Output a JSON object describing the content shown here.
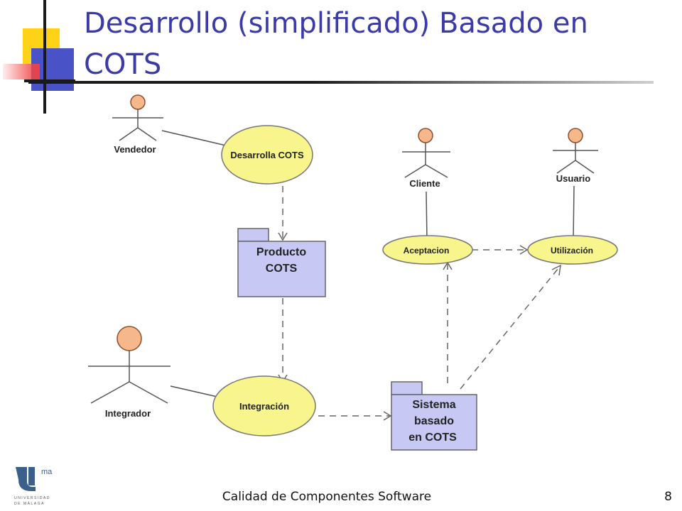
{
  "slide": {
    "title": "Desarrollo (simplificado) Basado en COTS",
    "footer": "Calidad de Componentes Software",
    "page_number": "8"
  },
  "logo": {
    "mark": "ma",
    "line1": "UNIVERSIDAD",
    "line2": "DE MÁLAGA"
  },
  "diagram": {
    "actors": {
      "vendedor": "Vendedor",
      "cliente": "Cliente",
      "usuario": "Usuario",
      "integrador": "Integrador"
    },
    "use_cases": {
      "desarrolla": "Desarrolla COTS",
      "aceptacion": "Aceptacion",
      "utilizacion": "Utilización",
      "integracion": "Integración"
    },
    "packages": {
      "producto": [
        "Producto",
        "COTS"
      ],
      "sistema": [
        "Sistema",
        "basado",
        "en COTS"
      ]
    }
  },
  "colors": {
    "title": "#3a3aa8",
    "use_case_fill": "#f7f58c",
    "package_fill": "#c8c8f5",
    "actor_head": "#f6b88a"
  }
}
